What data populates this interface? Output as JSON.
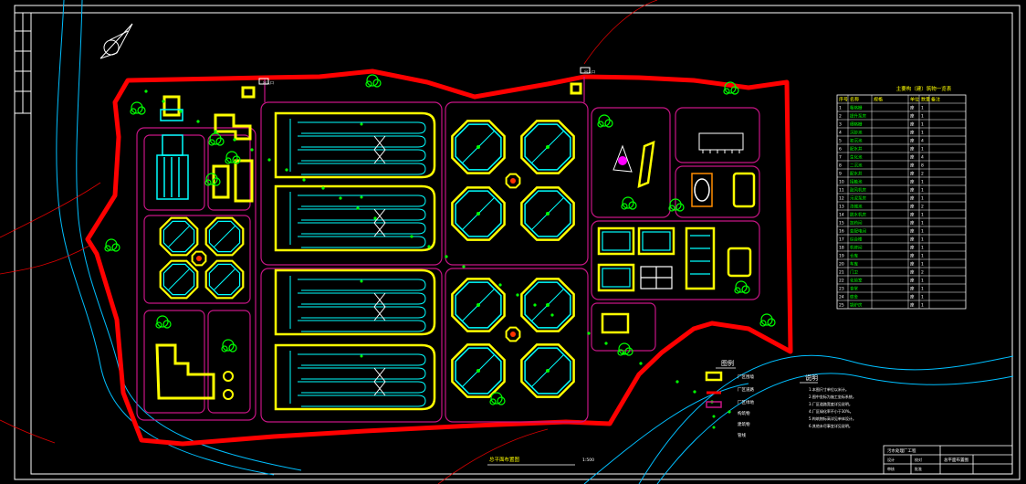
{
  "drawing": {
    "scale_note": "1:500",
    "legend_title": "图例",
    "notes_title": "说明",
    "gate_labels": [
      "出入口",
      "出入口"
    ],
    "background": "#000000",
    "colors": {
      "boundary": "#ff0000",
      "roads": "#c71585",
      "structures": "#ffff00",
      "tanks": "#00ffff",
      "vegetation": "#00ff00",
      "frame": "#ffffff",
      "terrain": "#00bfff"
    }
  },
  "legend": {
    "items": [
      "厂区围墙",
      "厂区道路",
      "厂区绿地",
      "构筑物",
      "建筑物",
      "管线"
    ]
  },
  "notes": {
    "lines": [
      "1.本图尺寸单位以米计。",
      "2.图中坐标为施工坐标系统。",
      "3.厂区道路宽度详见说明。",
      "4.厂区绿化率不小于30%。",
      "5.构筑物标高详见单体设计。",
      "6.其他未尽事宜详见说明。"
    ]
  },
  "table": {
    "title": "主要构（建）筑物一览表",
    "headers": [
      "序号",
      "名称",
      "规格",
      "单位",
      "数量",
      "备注"
    ],
    "rows": [
      [
        "1",
        "粗格栅",
        "",
        "座",
        "1",
        ""
      ],
      [
        "2",
        "提升泵房",
        "",
        "座",
        "1",
        ""
      ],
      [
        "3",
        "细格栅",
        "",
        "座",
        "1",
        ""
      ],
      [
        "4",
        "沉砂池",
        "",
        "座",
        "1",
        ""
      ],
      [
        "5",
        "初沉池",
        "",
        "座",
        "4",
        ""
      ],
      [
        "6",
        "配水井",
        "",
        "座",
        "1",
        ""
      ],
      [
        "7",
        "生化池",
        "",
        "座",
        "4",
        ""
      ],
      [
        "8",
        "二沉池",
        "",
        "座",
        "8",
        ""
      ],
      [
        "9",
        "配水井",
        "",
        "座",
        "2",
        ""
      ],
      [
        "10",
        "接触池",
        "",
        "座",
        "1",
        ""
      ],
      [
        "11",
        "鼓风机房",
        "",
        "座",
        "1",
        ""
      ],
      [
        "12",
        "污泥泵房",
        "",
        "座",
        "1",
        ""
      ],
      [
        "13",
        "浓缩池",
        "",
        "座",
        "2",
        ""
      ],
      [
        "14",
        "脱水机房",
        "",
        "座",
        "1",
        ""
      ],
      [
        "15",
        "加药间",
        "",
        "座",
        "1",
        ""
      ],
      [
        "16",
        "变配电间",
        "",
        "座",
        "1",
        ""
      ],
      [
        "17",
        "综合楼",
        "",
        "座",
        "1",
        ""
      ],
      [
        "18",
        "机修间",
        "",
        "座",
        "1",
        ""
      ],
      [
        "19",
        "仓库",
        "",
        "座",
        "1",
        ""
      ],
      [
        "20",
        "车库",
        "",
        "座",
        "1",
        ""
      ],
      [
        "21",
        "门卫",
        "",
        "座",
        "2",
        ""
      ],
      [
        "22",
        "化验室",
        "",
        "座",
        "1",
        ""
      ],
      [
        "23",
        "食堂",
        "",
        "座",
        "1",
        ""
      ],
      [
        "24",
        "宿舍",
        "",
        "座",
        "1",
        ""
      ],
      [
        "25",
        "锅炉房",
        "",
        "座",
        "1",
        ""
      ]
    ]
  },
  "title_block": {
    "project": "污水处理厂工程",
    "drawing_name": "总平面布置图",
    "cells": [
      "设计",
      "校对",
      "审核",
      "批准"
    ]
  }
}
